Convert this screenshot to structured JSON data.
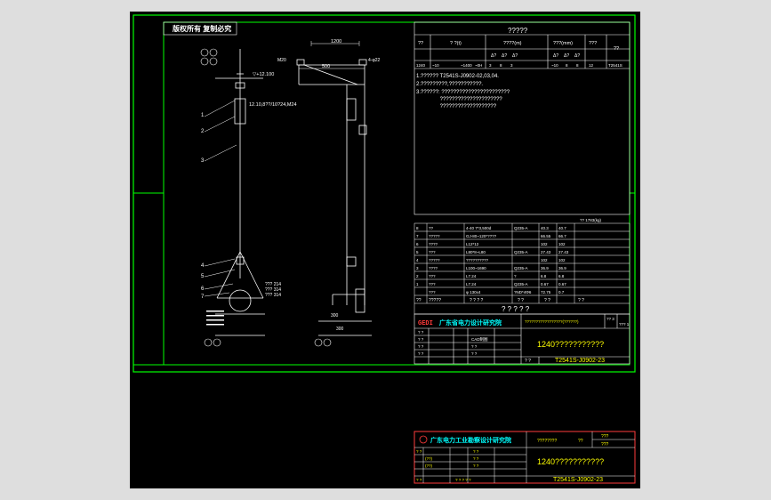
{
  "stamp": {
    "text": "版权所有 复制必究"
  },
  "drawing": {
    "elev_top": "▽+12.100",
    "elev_mid": "12.10,8??/10?24,M24",
    "dim_top": "1200",
    "dim_width": "500",
    "dim_cols": [
      "300",
      "300"
    ],
    "bolt_label": "M20",
    "hole_label": "4-φ22",
    "leader_nums_top": [
      "1",
      "2",
      "3"
    ],
    "leader_nums_bottom": [
      "4",
      "5",
      "6",
      "7"
    ],
    "base_notes": [
      "??? 214",
      "??? 314",
      "??? 314"
    ]
  },
  "main_block": {
    "header_title": "?????",
    "table_headers": [
      "??",
      "? ?(t)",
      "????(m)",
      "???(mm)",
      "???",
      "??"
    ],
    "table_subheaders": [
      "Δ?",
      "Δ?",
      "Δ?",
      "Δ?",
      "Δ?",
      "Δ?"
    ],
    "table_row": [
      "1240",
      "~10",
      "",
      "~1400",
      "~0H",
      "3",
      "8",
      "3",
      "~10",
      "8",
      "8",
      "12",
      "T2541S"
    ],
    "notes": [
      "1.?????? T2541S-J0902-02,03,04.",
      "2.?????????,???????????.",
      "3.??????:    ???????????????????????",
      "                ?????????????????????",
      "                ???????????????????"
    ],
    "right_note": "?? 1783(kg)"
  },
  "parts_list": {
    "rows": [
      [
        "8",
        "??",
        "4-40 7*3,500d",
        "Q235-A",
        "40.3",
        "40.7"
      ],
      [
        "7",
        "?????",
        "GJ-80~120*????",
        "",
        "66.55",
        "66.7"
      ],
      [
        "6",
        "????",
        "L12*12",
        "",
        "102",
        "102"
      ],
      [
        "5",
        "???",
        "L80*8~L80",
        "Q235-A",
        "27.43",
        "27.43"
      ],
      [
        "4",
        "?????",
        "??????????",
        "",
        "102",
        "102"
      ],
      [
        "3",
        "????",
        "L100~1690",
        "Q235-A",
        "36.9",
        "36.9"
      ],
      [
        "2",
        "???",
        "L7.24",
        "?",
        "6.8",
        "6.8"
      ],
      [
        "1",
        "???",
        "L7.24",
        "Q235-A",
        "0.67",
        "0.67"
      ],
      [
        "",
        "???",
        "φ 130x4",
        "?ND*4Φ6",
        "72.75",
        "0.7"
      ]
    ],
    "footer_cells": [
      "??",
      "?????",
      "? ? ? ?",
      "? ?",
      "? ?",
      "? ?"
    ],
    "title": "? ? ? ? ?"
  },
  "title_block": {
    "logo": "GEDI",
    "company": "广东省电力设计研究院",
    "project": "?????????????????(??????)",
    "scale": "?? 3",
    "sheet": "??? 1",
    "drawing_title": "1240???????????",
    "drawing_no": "T2541S-J0902-23",
    "roles": [
      "? ?",
      "? ?",
      "? ?",
      "? ?"
    ],
    "role_values": [
      "",
      "CAD制图",
      "? ?",
      "? ?"
    ],
    "page_label": "? ?"
  },
  "small_block": {
    "company": "广东电力工业勘察设计研究院",
    "project": "????????",
    "code_a": "??",
    "code_b": "???",
    "code_c": "???",
    "title": "1240???????????",
    "drawing_no": "T2541S-J0902-23",
    "left_cells": [
      "? ?",
      "(??)",
      "(??)",
      "? ?"
    ],
    "mid_cells": [
      "? ?",
      "? ?",
      "? ?",
      "? ? ? ? ?"
    ]
  }
}
